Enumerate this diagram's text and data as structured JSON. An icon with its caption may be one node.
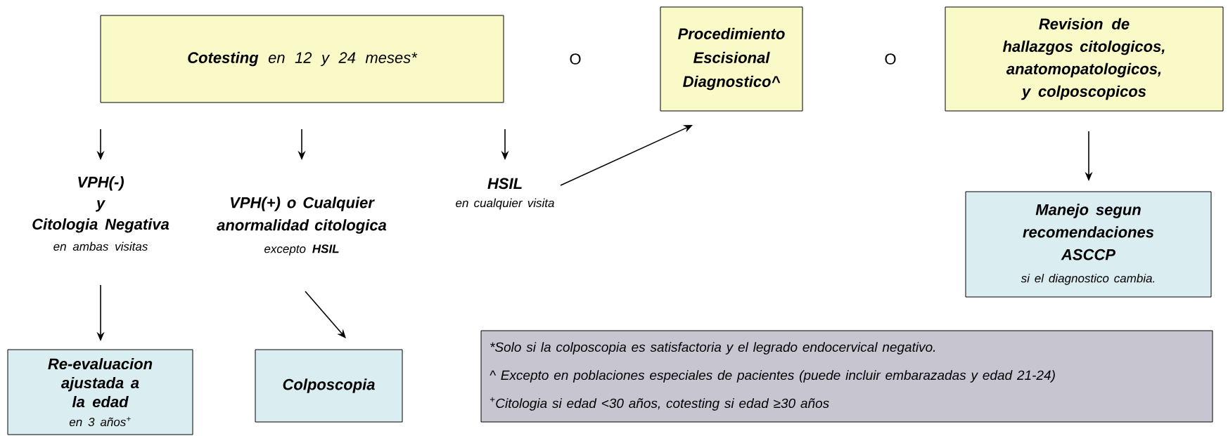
{
  "diagram": {
    "nodes": [
      {
        "text": [
          "**Cotesting** en 12 y 24 meses*"
        ]
      },
      {
        "text": [
          "Procedimiento Escisional Diagnostico^"
        ]
      },
      {
        "text": [
          "Revision de hallazgos citologicos, anatomopatologicos, y colposcopicos"
        ]
      },
      {
        "text": [
          "VPH(-)",
          "y",
          "Citologia Negativa",
          "en ambas visitas"
        ]
      },
      {
        "text": [
          "**VPH(+)** o **Cualquier anormalidad citologica**",
          "excepto **HSIL**"
        ]
      },
      {
        "text": [
          "HSIL",
          "en cualquier visita"
        ]
      },
      {
        "text": [
          "Manejo segun recomendaciones ASCCP",
          "si el diagnostico cambia."
        ]
      },
      {
        "text": [
          "Re-evaluacion ajustada a la edad",
          "en 3 años$^{+}$"
        ]
      },
      {
        "text": [
          "Colposcopia"
        ]
      },
      {
        "text": [
          "*Solo si la colposcopia es satisfactoria y el legrado endocervical negativo.",
          "^ Excepto en poblaciones especiales de pacientes (puede incluir embarazadas y edad 21-24)",
          "$^{+}$Citologia si edad <30 años, cotesting si edad ≥30 años"
        ]
      }
    ],
    "edges": [
      {
        "from": 0,
        "to": 3,
        "arrow": "to"
      },
      {
        "from": 0,
        "to": 4,
        "arrow": "to"
      },
      {
        "from": 0,
        "to": 5,
        "arrow": "to"
      },
      {
        "from": 5,
        "to": 1,
        "arrow": "to"
      },
      {
        "from": 3,
        "to": 7,
        "arrow": "to"
      },
      {
        "from": 4,
        "to": 8,
        "arrow": "to"
      },
      {
        "from": 2,
        "to": 6,
        "arrow": "to"
      }
    ],
    "labels": [
      "O",
      "O"
    ]
  }
}
